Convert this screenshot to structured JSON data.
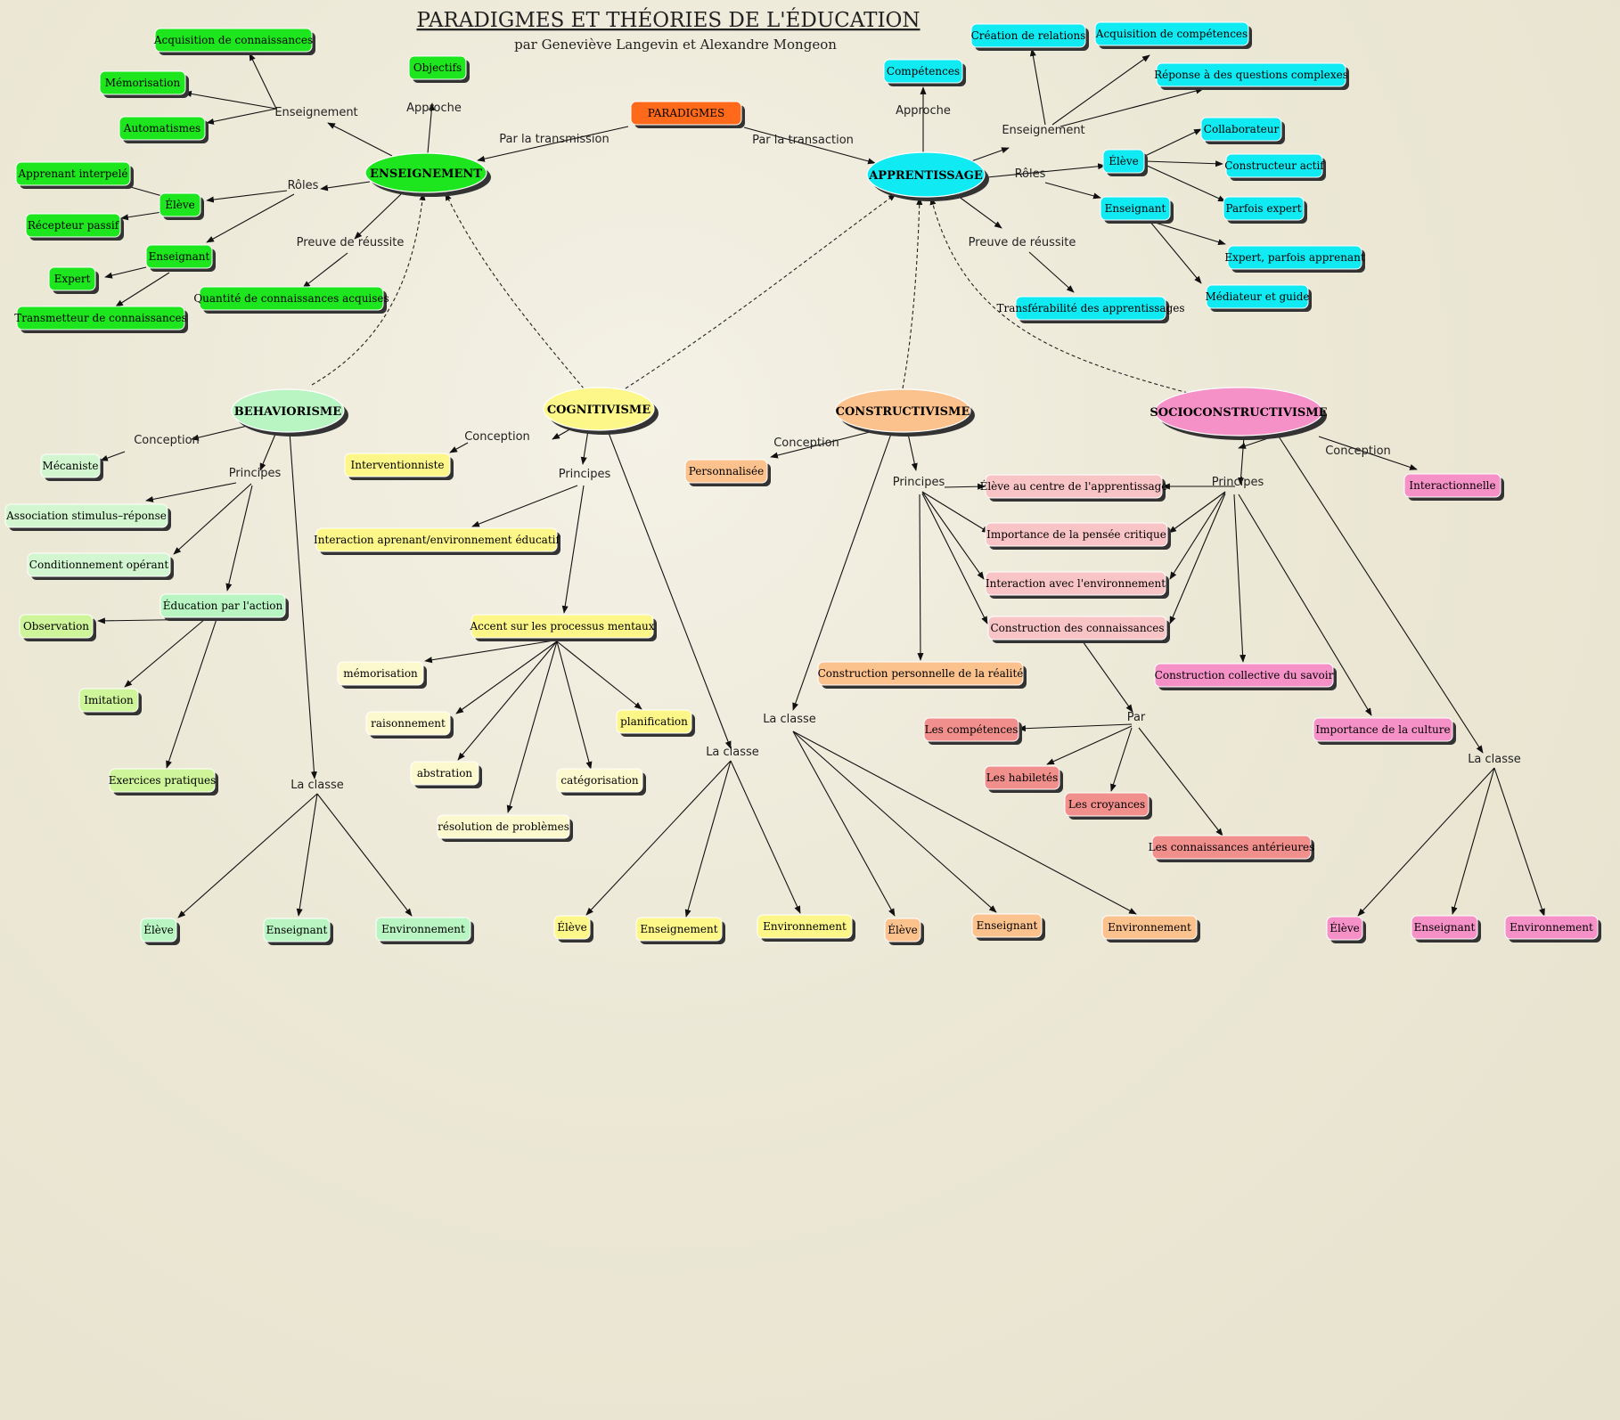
{
  "title": "PARADIGMES ET THÉORIES DE L'ÉDUCATION",
  "subtitle": "par Geneviève Langevin et Alexandre Mongeon",
  "colors": {
    "paradigm": "#ff6a1a",
    "enseignement": "#1ee61e",
    "apprentissage": "#10eaf2",
    "behaviorisme": "#b8f5c2",
    "behaviorisme_light": "#d2f7d0",
    "behaviorisme_lime": "#cff59a",
    "cognitivisme": "#fdf78a",
    "cognitivisme_light": "#fdf9cf",
    "constructivisme": "#fcc28e",
    "constructivisme_pink": "#f8c4c6",
    "constructivisme_red": "#f18f8c",
    "socioconstructivisme": "#f691c8"
  },
  "nodes": {
    "paradigmes": "PARADIGMES",
    "enseignement": "ENSEIGNEMENT",
    "apprentissage": "APPRENTISSAGE",
    "behaviorisme": "BEHAVIORISME",
    "cognitivisme": "COGNITIVISME",
    "constructivisme": "CONSTRUCTIVISME",
    "socioconstructivisme": "SOCIOCONSTRUCTIVISME",
    "e_acq": "Acquisition de connaissances",
    "e_mem": "Mémorisation",
    "e_auto": "Automatismes",
    "e_obj": "Objectifs",
    "e_interp": "Apprenant interpelé",
    "e_eleve": "Élève",
    "e_passif": "Récepteur passif",
    "e_ens": "Enseignant",
    "e_expert": "Expert",
    "e_trans": "Transmetteur de connaissances",
    "e_quant": "Quantité de connaissances acquises",
    "a_crea": "Création de relations",
    "a_acqc": "Acquisition de compétences",
    "a_comp": "Compétences",
    "a_rep": "Réponse à des questions complexes",
    "a_collab": "Collaborateur",
    "a_eleve": "Élève",
    "a_const": "Constructeur actif",
    "a_parf": "Parfois expert",
    "a_ens": "Enseignant",
    "a_expa": "Expert, parfois apprenant",
    "a_med": "Médiateur et guide",
    "a_transf": "Transférabilité des apprentissages",
    "b_meca": "Mécaniste",
    "b_assoc": "Association stimulus–réponse",
    "b_cond": "Conditionnement opérant",
    "b_educ": "Éducation par l'action",
    "b_obs": "Observation",
    "b_imit": "Imitation",
    "b_exer": "Exercices pratiques",
    "b_eleve": "Élève",
    "b_ens": "Enseignant",
    "b_env": "Environnement",
    "c_interv": "Interventionniste",
    "c_inter": "Interaction aprenant/environnement éducatif",
    "c_accent": "Accent sur les processus mentaux",
    "c_memo": "mémorisation",
    "c_rais": "raisonnement",
    "c_abst": "abstration",
    "c_resol": "résolution de problèmes",
    "c_categ": "catégorisation",
    "c_plan": "planification",
    "c_eleve": "Élève",
    "c_ensm": "Enseignement",
    "c_env": "Environnement",
    "k_perso": "Personnalisée",
    "k_centre": "Élève au centre de l'apprentissage",
    "k_pensee": "Importance de la pensée critique",
    "k_inter": "Interaction avec l'environnement",
    "k_constr": "Construction des connaissances",
    "k_real": "Construction personnelle de la réalité",
    "k_comp": "Les compétences",
    "k_hab": "Les habiletés",
    "k_croy": "Les croyances",
    "k_conn": "Les connaissances antérieures",
    "k_eleve": "Élève",
    "k_ens": "Enseignant",
    "k_env": "Environnement",
    "s_inter": "Interactionnelle",
    "s_coll": "Construction collective du savoir",
    "s_cult": "Importance de la culture",
    "s_eleve": "Élève",
    "s_ens": "Enseignant",
    "s_env": "Environnement"
  },
  "labels": {
    "par_transmission": "Par la transmission",
    "par_transaction": "Par la transaction",
    "e_enseignement": "Enseignement",
    "e_approche": "Approche",
    "e_roles": "Rôles",
    "e_preuve": "Preuve de réussite",
    "a_approche": "Approche",
    "a_enseignement": "Enseignement",
    "a_roles": "Rôles",
    "a_preuve": "Preuve de réussite",
    "b_conception": "Conception",
    "b_principes": "Principes",
    "b_classe": "La classe",
    "c_conception": "Conception",
    "c_principes": "Principes",
    "c_classe": "La classe",
    "k_conception": "Conception",
    "k_principes": "Principes",
    "k_par": "Par",
    "k_classe": "La classe",
    "s_conception": "Conception",
    "s_principes": "Principes",
    "s_classe": "La classe"
  }
}
